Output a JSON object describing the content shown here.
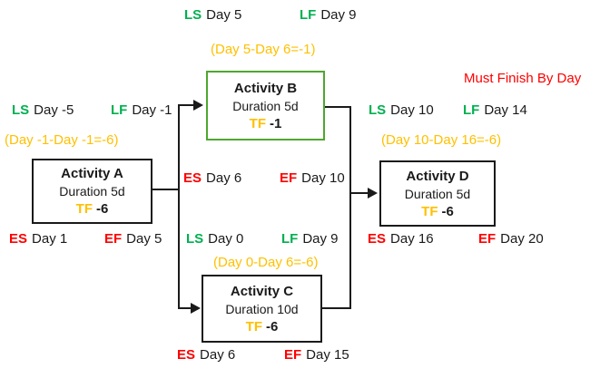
{
  "colors": {
    "green": "#00B050",
    "gold": "#FFC000",
    "red": "#FF0000",
    "ink": "#1a1a1a",
    "activity_b_border": "#4EA72E"
  },
  "annotation": {
    "must_finish": "Must Finish By Day"
  },
  "activities": [
    {
      "id": "A",
      "title": "Activity A",
      "duration": "Duration 5d",
      "tf": {
        "label": "TF",
        "value": "-6"
      },
      "ls": {
        "label": "LS",
        "value": "Day -5"
      },
      "lf": {
        "label": "LF",
        "value": "Day -1"
      },
      "calc": "(Day -1-Day -1=-6)",
      "es": {
        "label": "ES",
        "value": "Day 1"
      },
      "ef": {
        "label": "EF",
        "value": "Day 5"
      }
    },
    {
      "id": "B",
      "title": "Activity B",
      "duration": "Duration 5d",
      "tf": {
        "label": "TF",
        "value": "-1"
      },
      "ls": {
        "label": "LS",
        "value": "Day 5"
      },
      "lf": {
        "label": "LF",
        "value": "Day 9"
      },
      "calc": "(Day 5-Day 6=-1)",
      "es": {
        "label": "ES",
        "value": "Day 6"
      },
      "ef": {
        "label": "EF",
        "value": "Day 10"
      }
    },
    {
      "id": "C",
      "title": "Activity C",
      "duration": "Duration 10d",
      "tf": {
        "label": "TF",
        "value": "-6"
      },
      "ls": {
        "label": "LS",
        "value": "Day 0"
      },
      "lf": {
        "label": "LF",
        "value": "Day 9"
      },
      "calc": "(Day 0-Day 6=-6)",
      "es": {
        "label": "ES",
        "value": "Day 6"
      },
      "ef": {
        "label": "EF",
        "value": "Day 15"
      }
    },
    {
      "id": "D",
      "title": "Activity D",
      "duration": "Duration 5d",
      "tf": {
        "label": "TF",
        "value": "-6"
      },
      "ls": {
        "label": "LS",
        "value": "Day 10"
      },
      "lf": {
        "label": "LF",
        "value": "Day 14"
      },
      "calc": "(Day 10-Day 16=-6)",
      "es": {
        "label": "ES",
        "value": "Day 16"
      },
      "ef": {
        "label": "EF",
        "value": "Day 20"
      }
    }
  ]
}
